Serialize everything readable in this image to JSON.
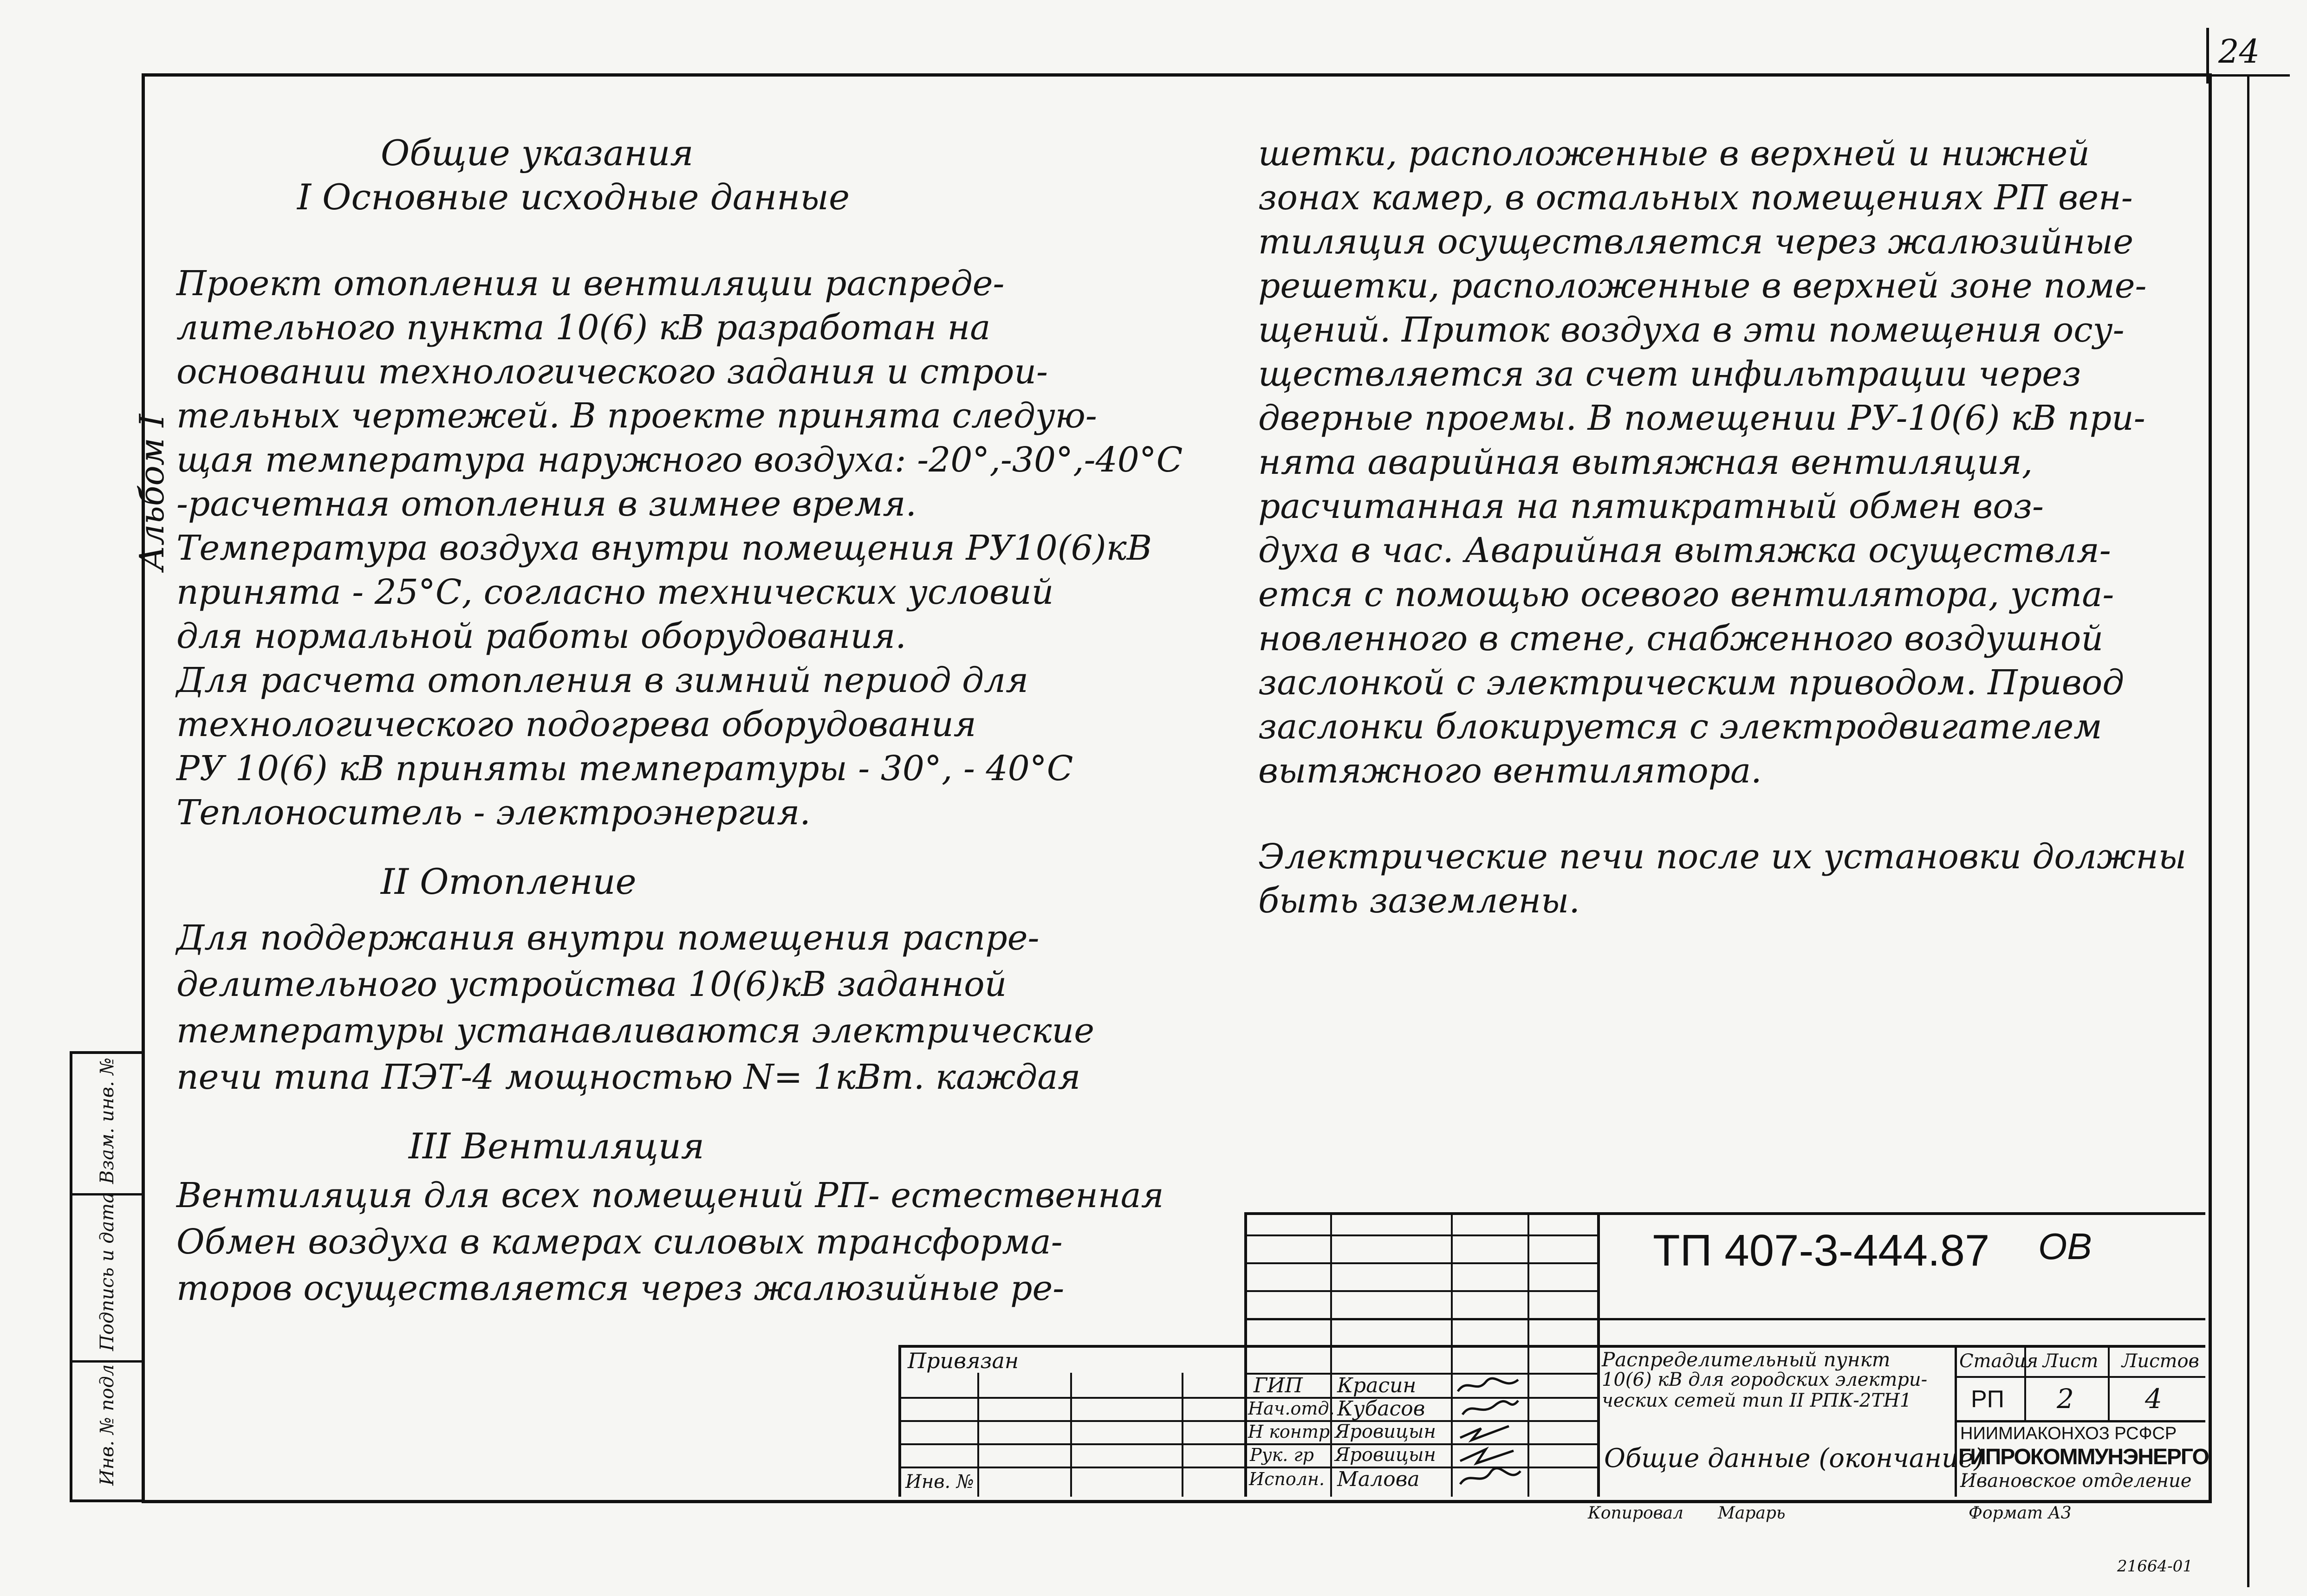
{
  "page_number": "24",
  "side_strip": {
    "album": "Альбом I"
  },
  "left_box": {
    "inv_no": "Инв. № подл.",
    "sign_date": "Подпись и дата",
    "replaces": "Взам. инв. №"
  },
  "col1": {
    "general_title": "Общие указания",
    "sec1_title": "I Основные исходные данные",
    "sec1_lines": [
      "Проект отопления и вентиляции распреде-",
      "лительного пункта 10(6) кВ разработан на",
      "основании технологического задания и строи-",
      "тельных чертежей. В проекте принята следую-",
      "щая температура наружного воздуха: -20°,-30°,-40°С",
      "-расчетная отопления в зимнее время.",
      "Температура воздуха внутри помещения РУ10(6)кВ",
      "принята - 25°С, согласно технических условий",
      "для нормальной работы оборудования.",
      "Для расчета отопления в зимний период для",
      "технологического подогрева оборудования",
      "РУ 10(6) кВ приняты температуры - 30°, - 40°С",
      "Теплоноситель - электроэнергия."
    ],
    "sec2_title": "II Отопление",
    "sec2_lines": [
      "Для поддержания внутри помещения распре-",
      "делительного устройства 10(6)кВ заданной",
      "температуры устанавливаются электрические",
      "печи типа ПЭТ-4 мощностью N= 1кВт. каждая"
    ],
    "sec3_title": "III Вентиляция",
    "sec3_lines": [
      "Вентиляция для всех помещений РП- естественная",
      "Обмен воздуха в камерах силовых трансформа-",
      "торов осуществляется через жалюзийные ре-"
    ]
  },
  "col2": {
    "lines": [
      "шетки, расположенные в верхней и нижней",
      "зонах камер, в остальных помещениях РП вен-",
      "тиляция осуществляется через жалюзийные",
      "решетки, расположенные в верхней зоне поме-",
      "щений. Приток воздуха в эти помещения осу-",
      "ществляется за счет инфильтрации через",
      "дверные проемы. В помещении РУ-10(6) кВ при-",
      "нята аварийная вытяжная вентиляция,",
      "расчитанная на пятикратный обмен воз-",
      "духа в час. Аварийная вытяжка осуществля-",
      "ется с помощью осевого вентилятора, уста-",
      "новленного в стене, снабженного воздушной",
      "заслонкой с электрическим приводом. Привод",
      "заслонки блокируется с электродвигателем",
      "вытяжного вентилятора."
    ],
    "note_lines": [
      "Электрические печи после их установки должны",
      "быть заземлены."
    ]
  },
  "title_block": {
    "privyazan": "Привязан",
    "inv_no": "Инв. №",
    "doc_code": "ТП 407-3-444.87",
    "sheet_code": "ОВ",
    "roles": [
      "ГИП",
      "Нач.отд.",
      "Н контр",
      "Рук. гр",
      "Исполн."
    ],
    "names": [
      "Красин",
      "Кубасов",
      "Яровицын",
      "Яровицын",
      "Малова"
    ],
    "project_desc": [
      "Распределительный пункт",
      "10(6) кВ для городских электри-",
      "ческих сетей тип II РПК-2ТН1"
    ],
    "sheet_title": "Общие данные (окончание)",
    "stage_label": "Стадия",
    "sheet_label": "Лист",
    "sheets_label": "Листов",
    "stage": "РП",
    "sheet": "2",
    "sheets": "4",
    "org": [
      "НИИМИАКОНХОЗ РСФСР",
      "ГИПРОКОММУНЭНЕРГО",
      "Ивановское отделение"
    ],
    "copied": "Копировал",
    "copier": "Марарь",
    "format": "Формат А3",
    "order": "21664-01"
  }
}
